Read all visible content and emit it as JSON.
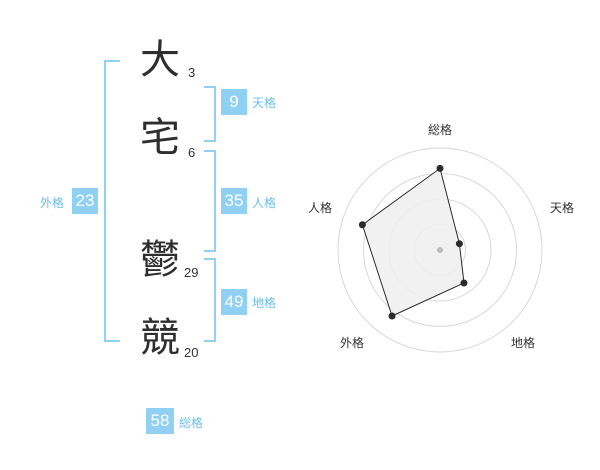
{
  "name": {
    "characters": [
      {
        "char": "大",
        "strokes": "3"
      },
      {
        "char": "宅",
        "strokes": "6"
      },
      {
        "char": "鬱",
        "strokes": "29"
      },
      {
        "char": "競",
        "strokes": "20"
      }
    ]
  },
  "fortunes": {
    "tenkaku": {
      "value": "9",
      "label": "天格"
    },
    "jinkaku": {
      "value": "35",
      "label": "人格"
    },
    "chikaku": {
      "value": "49",
      "label": "地格"
    },
    "gaikaku": {
      "value": "23",
      "label": "外格"
    },
    "soukaku": {
      "value": "58",
      "label": "総格"
    }
  },
  "radar": {
    "labels": [
      "総格",
      "天格",
      "地格",
      "外格",
      "人格"
    ],
    "rings": 4,
    "values": [
      0.8,
      0.2,
      0.4,
      0.8,
      0.8
    ],
    "colors": {
      "fill": "#efefef",
      "line": "#2b2b2b",
      "ring": "#d8d8d8",
      "center": "#bbbbbb"
    }
  },
  "colors": {
    "accent": "#8fd0f3",
    "accent_text": "#6cc0ee"
  }
}
